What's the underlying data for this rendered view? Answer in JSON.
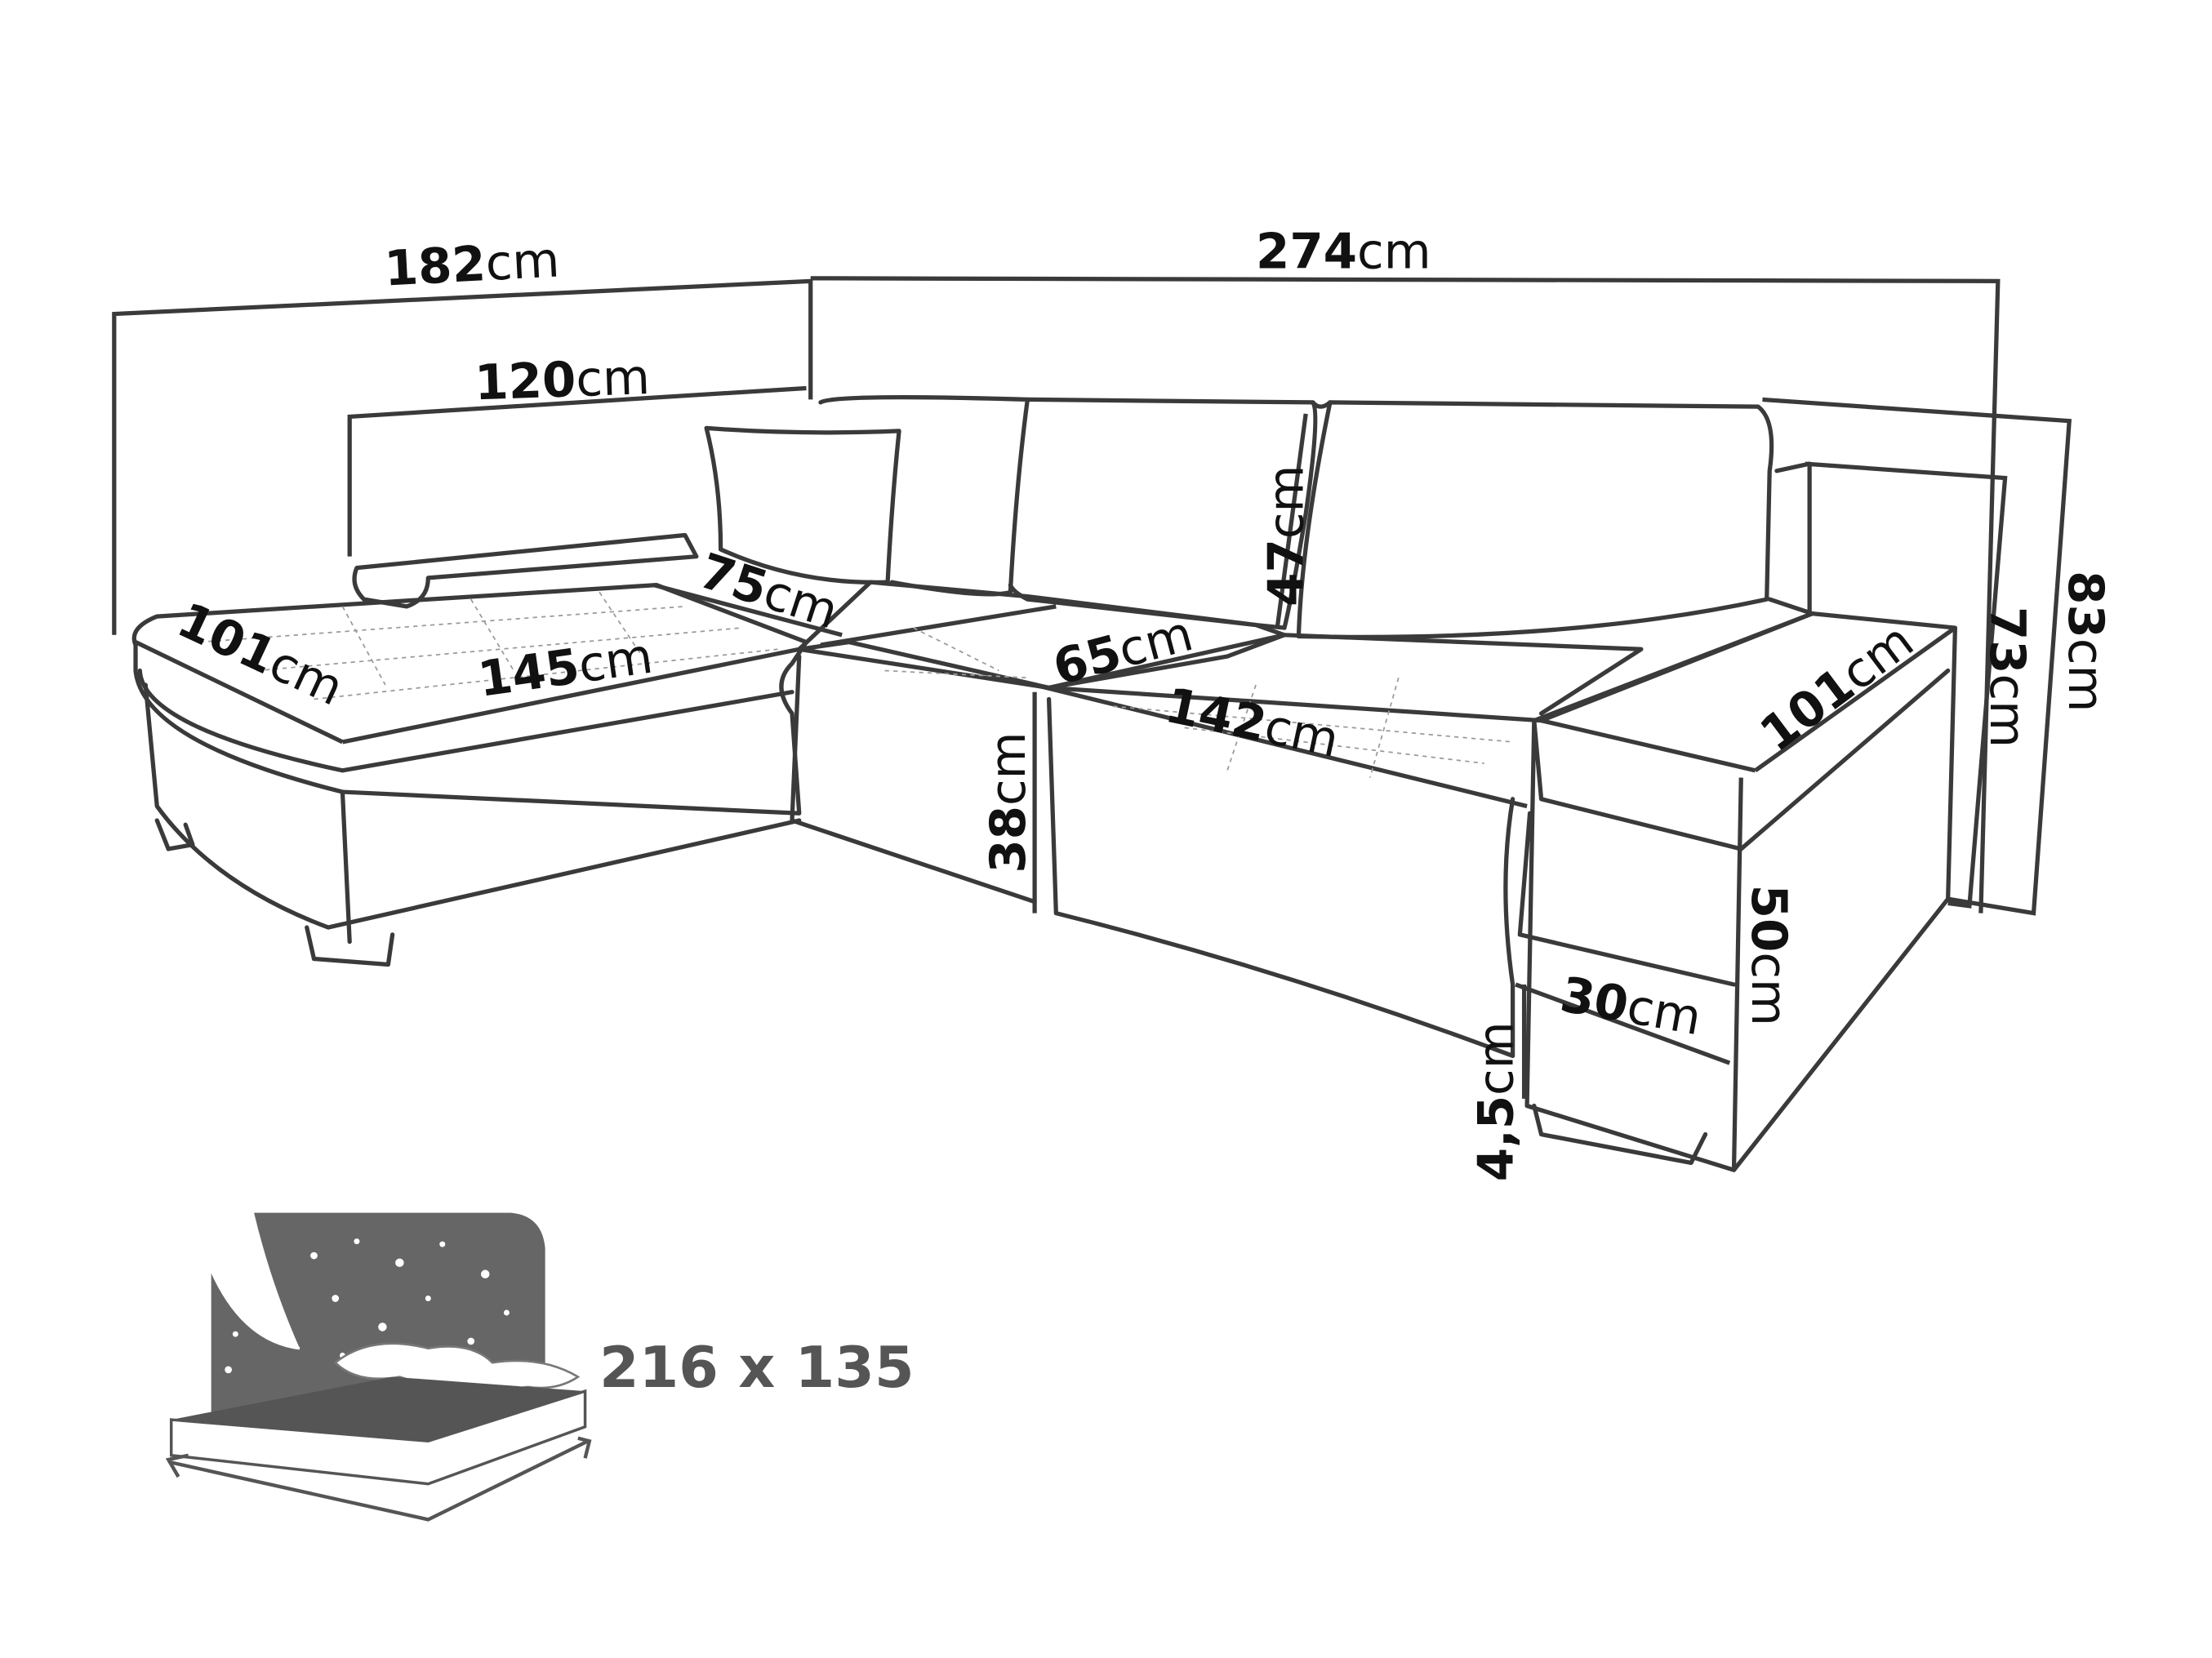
{
  "dimensions": {
    "total_depth_left": {
      "value": "182",
      "unit": "cm"
    },
    "total_width": {
      "value": "274",
      "unit": "cm"
    },
    "chaise_length": {
      "value": "120",
      "unit": "cm"
    },
    "chaise_depth": {
      "value": "101",
      "unit": "cm"
    },
    "chaise_seat_width": {
      "value": "145",
      "unit": "cm"
    },
    "corner_seat_depth": {
      "value": "75",
      "unit": "cm"
    },
    "seat_depth": {
      "value": "65",
      "unit": "cm"
    },
    "backrest_height": {
      "value": "47",
      "unit": "cm"
    },
    "seat_width": {
      "value": "142",
      "unit": "cm"
    },
    "seat_height": {
      "value": "38",
      "unit": "cm"
    },
    "armrest_depth": {
      "value": "101",
      "unit": "cm"
    },
    "back_height": {
      "value": "73",
      "unit": "cm"
    },
    "total_height": {
      "value": "83",
      "unit": "cm"
    },
    "armrest_height": {
      "value": "50",
      "unit": "cm"
    },
    "armrest_width": {
      "value": "30",
      "unit": "cm"
    },
    "leg_height": {
      "value": "4,5",
      "unit": "cm"
    }
  },
  "sleeping_area": {
    "label": "216 x 135"
  },
  "colors": {
    "line": "#3a3a3a",
    "icon": "#555555"
  }
}
